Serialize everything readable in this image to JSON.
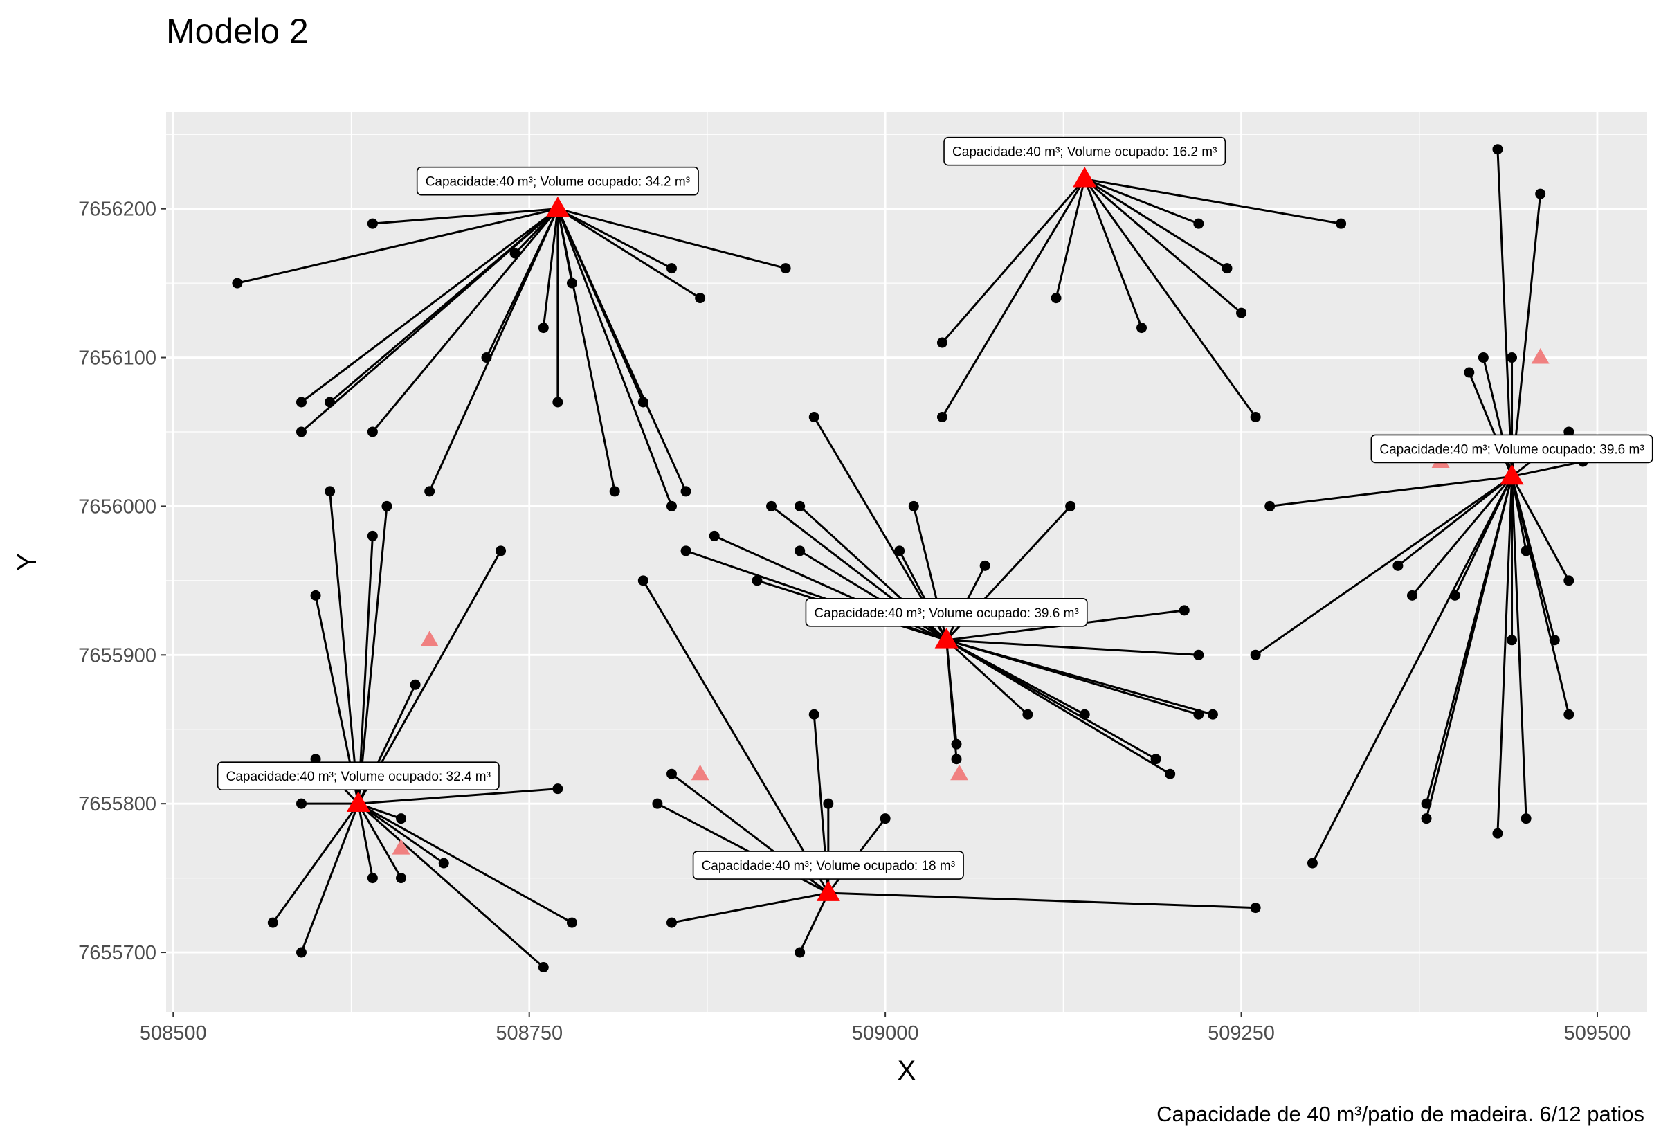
{
  "chart_data": {
    "type": "scatter",
    "title": "Modelo 2",
    "xlabel": "X",
    "ylabel": "Y",
    "caption": "Capacidade de 40 m³/patio de madeira. 6/12 patios",
    "xlim": [
      508495,
      509535
    ],
    "ylim": [
      7655660,
      7656265
    ],
    "x_ticks": [
      508500,
      508750,
      509000,
      509250,
      509500
    ],
    "x_tick_labels": [
      "508500",
      "508750",
      "509000",
      "509250",
      "509500"
    ],
    "y_ticks": [
      7655700,
      7655800,
      7655900,
      7656000,
      7656100,
      7656200
    ],
    "y_tick_labels": [
      "7655700",
      "7655800",
      "7655900",
      "7656000",
      "7656100",
      "7656200"
    ],
    "grid": true,
    "colors": {
      "panel": "#ebebeb",
      "grid_major": "#ffffff",
      "point": "#000000",
      "line": "#000000",
      "selected_patio": "#ff0000",
      "unselected_patio": "#f08080"
    },
    "selected_patios": [
      {
        "x": 508770,
        "y": 7656200,
        "label": "Capacidade:40 m³; Volume ocupado: 34.2 m³"
      },
      {
        "x": 509140,
        "y": 7656220,
        "label": "Capacidade:40 m³; Volume ocupado: 16.2 m³"
      },
      {
        "x": 509440,
        "y": 7656020,
        "label": "Capacidade:40 m³; Volume ocupado: 39.6 m³"
      },
      {
        "x": 509043,
        "y": 7655910,
        "label": "Capacidade:40 m³; Volume ocupado: 39.6 m³"
      },
      {
        "x": 508630,
        "y": 7655800,
        "label": "Capacidade:40 m³; Volume ocupado: 32.4 m³"
      },
      {
        "x": 508960,
        "y": 7655740,
        "label": "Capacidade:40 m³; Volume ocupado: 18 m³"
      }
    ],
    "unselected_patios": [
      {
        "x": 508680,
        "y": 7655910
      },
      {
        "x": 508660,
        "y": 7655770
      },
      {
        "x": 508870,
        "y": 7655820
      },
      {
        "x": 509052,
        "y": 7655820
      },
      {
        "x": 509460,
        "y": 7656100
      },
      {
        "x": 509390,
        "y": 7656030
      }
    ],
    "points": [
      {
        "x": 508545,
        "y": 7656150,
        "patio": 0
      },
      {
        "x": 508640,
        "y": 7656190,
        "patio": 0
      },
      {
        "x": 508740,
        "y": 7656170,
        "patio": 0
      },
      {
        "x": 508590,
        "y": 7656070,
        "patio": 0
      },
      {
        "x": 508610,
        "y": 7656070,
        "patio": 0
      },
      {
        "x": 508590,
        "y": 7656050,
        "patio": 0
      },
      {
        "x": 508640,
        "y": 7656050,
        "patio": 0
      },
      {
        "x": 508720,
        "y": 7656100,
        "patio": 0
      },
      {
        "x": 508680,
        "y": 7656010,
        "patio": 0
      },
      {
        "x": 508760,
        "y": 7656120,
        "patio": 0
      },
      {
        "x": 508770,
        "y": 7656070,
        "patio": 0
      },
      {
        "x": 508780,
        "y": 7656150,
        "patio": 0
      },
      {
        "x": 508810,
        "y": 7656010,
        "patio": 0
      },
      {
        "x": 508830,
        "y": 7656070,
        "patio": 0
      },
      {
        "x": 508850,
        "y": 7656000,
        "patio": 0
      },
      {
        "x": 508860,
        "y": 7656010,
        "patio": 0
      },
      {
        "x": 508850,
        "y": 7656160,
        "patio": 0
      },
      {
        "x": 508870,
        "y": 7656140,
        "patio": 0
      },
      {
        "x": 508930,
        "y": 7656160,
        "patio": 0
      },
      {
        "x": 509040,
        "y": 7656110,
        "patio": 1
      },
      {
        "x": 509040,
        "y": 7656060,
        "patio": 1
      },
      {
        "x": 509120,
        "y": 7656140,
        "patio": 1
      },
      {
        "x": 509180,
        "y": 7656120,
        "patio": 1
      },
      {
        "x": 509220,
        "y": 7656190,
        "patio": 1
      },
      {
        "x": 509240,
        "y": 7656160,
        "patio": 1
      },
      {
        "x": 509250,
        "y": 7656130,
        "patio": 1
      },
      {
        "x": 509260,
        "y": 7656060,
        "patio": 1
      },
      {
        "x": 509320,
        "y": 7656190,
        "patio": 1
      },
      {
        "x": 509430,
        "y": 7656240,
        "patio": 2
      },
      {
        "x": 509460,
        "y": 7656210,
        "patio": 2
      },
      {
        "x": 509410,
        "y": 7656090,
        "patio": 2
      },
      {
        "x": 509420,
        "y": 7656100,
        "patio": 2
      },
      {
        "x": 509440,
        "y": 7656100,
        "patio": 2
      },
      {
        "x": 509480,
        "y": 7656050,
        "patio": 2
      },
      {
        "x": 509490,
        "y": 7656030,
        "patio": 2
      },
      {
        "x": 509270,
        "y": 7656000,
        "patio": 2
      },
      {
        "x": 509360,
        "y": 7655960,
        "patio": 2
      },
      {
        "x": 509370,
        "y": 7655940,
        "patio": 2
      },
      {
        "x": 509400,
        "y": 7655940,
        "patio": 2
      },
      {
        "x": 509450,
        "y": 7655970,
        "patio": 2
      },
      {
        "x": 509480,
        "y": 7655950,
        "patio": 2
      },
      {
        "x": 509260,
        "y": 7655900,
        "patio": 2
      },
      {
        "x": 509440,
        "y": 7655910,
        "patio": 2
      },
      {
        "x": 509470,
        "y": 7655910,
        "patio": 2
      },
      {
        "x": 509480,
        "y": 7655860,
        "patio": 2
      },
      {
        "x": 509380,
        "y": 7655800,
        "patio": 2
      },
      {
        "x": 509380,
        "y": 7655790,
        "patio": 2
      },
      {
        "x": 509430,
        "y": 7655780,
        "patio": 2
      },
      {
        "x": 509450,
        "y": 7655790,
        "patio": 2
      },
      {
        "x": 509300,
        "y": 7655760,
        "patio": 2
      },
      {
        "x": 508950,
        "y": 7656060,
        "patio": 3
      },
      {
        "x": 508920,
        "y": 7656000,
        "patio": 3
      },
      {
        "x": 508940,
        "y": 7656000,
        "patio": 3
      },
      {
        "x": 509020,
        "y": 7656000,
        "patio": 3
      },
      {
        "x": 509130,
        "y": 7656000,
        "patio": 3
      },
      {
        "x": 508880,
        "y": 7655980,
        "patio": 3
      },
      {
        "x": 508860,
        "y": 7655970,
        "patio": 3
      },
      {
        "x": 508940,
        "y": 7655970,
        "patio": 3
      },
      {
        "x": 509010,
        "y": 7655970,
        "patio": 3
      },
      {
        "x": 508910,
        "y": 7655950,
        "patio": 3
      },
      {
        "x": 509070,
        "y": 7655960,
        "patio": 3
      },
      {
        "x": 509210,
        "y": 7655930,
        "patio": 3
      },
      {
        "x": 509220,
        "y": 7655900,
        "patio": 3
      },
      {
        "x": 509100,
        "y": 7655860,
        "patio": 3
      },
      {
        "x": 509140,
        "y": 7655860,
        "patio": 3
      },
      {
        "x": 509220,
        "y": 7655860,
        "patio": 3
      },
      {
        "x": 509230,
        "y": 7655860,
        "patio": 3
      },
      {
        "x": 509050,
        "y": 7655840,
        "patio": 3
      },
      {
        "x": 509050,
        "y": 7655830,
        "patio": 3
      },
      {
        "x": 509190,
        "y": 7655830,
        "patio": 3
      },
      {
        "x": 509200,
        "y": 7655820,
        "patio": 3
      },
      {
        "x": 508610,
        "y": 7656010,
        "patio": 4
      },
      {
        "x": 508600,
        "y": 7655940,
        "patio": 4
      },
      {
        "x": 508640,
        "y": 7655980,
        "patio": 4
      },
      {
        "x": 508650,
        "y": 7656000,
        "patio": 4
      },
      {
        "x": 508730,
        "y": 7655970,
        "patio": 4
      },
      {
        "x": 508670,
        "y": 7655880,
        "patio": 4
      },
      {
        "x": 508600,
        "y": 7655830,
        "patio": 4
      },
      {
        "x": 508590,
        "y": 7655800,
        "patio": 4
      },
      {
        "x": 508770,
        "y": 7655810,
        "patio": 4
      },
      {
        "x": 508660,
        "y": 7655790,
        "patio": 4
      },
      {
        "x": 508690,
        "y": 7655760,
        "patio": 4
      },
      {
        "x": 508640,
        "y": 7655750,
        "patio": 4
      },
      {
        "x": 508660,
        "y": 7655750,
        "patio": 4
      },
      {
        "x": 508570,
        "y": 7655720,
        "patio": 4
      },
      {
        "x": 508590,
        "y": 7655700,
        "patio": 4
      },
      {
        "x": 508760,
        "y": 7655690,
        "patio": 4
      },
      {
        "x": 508780,
        "y": 7655720,
        "patio": 4
      },
      {
        "x": 508830,
        "y": 7655950,
        "patio": 5
      },
      {
        "x": 508950,
        "y": 7655860,
        "patio": 5
      },
      {
        "x": 508850,
        "y": 7655820,
        "patio": 5
      },
      {
        "x": 508840,
        "y": 7655800,
        "patio": 5
      },
      {
        "x": 508960,
        "y": 7655800,
        "patio": 5
      },
      {
        "x": 509000,
        "y": 7655790,
        "patio": 5
      },
      {
        "x": 508850,
        "y": 7655720,
        "patio": 5
      },
      {
        "x": 508940,
        "y": 7655700,
        "patio": 5
      },
      {
        "x": 509260,
        "y": 7655730,
        "patio": 5
      }
    ]
  }
}
